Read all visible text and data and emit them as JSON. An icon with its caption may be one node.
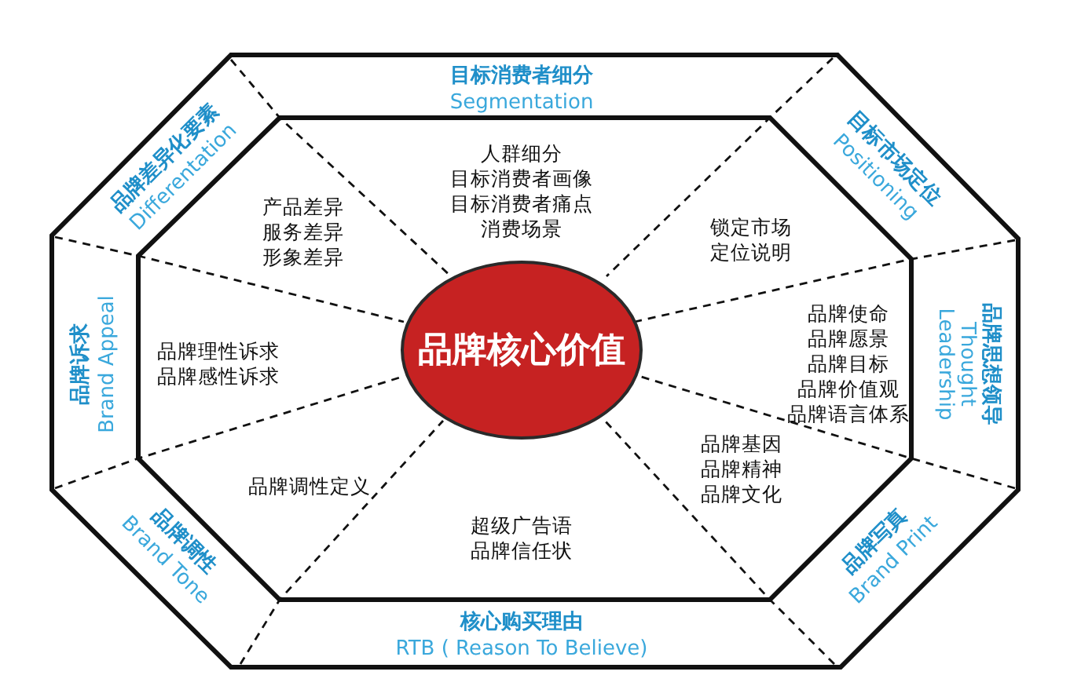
{
  "diagram": {
    "nodes": [
      {
        "text": [
          "目标消费者细分",
          "Segmentation"
        ]
      },
      {
        "text": [
          "目标市场定位",
          "Positioning"
        ]
      },
      {
        "text": [
          "品牌思想领导",
          "Thought Leadership"
        ]
      },
      {
        "text": [
          "品牌写真",
          "Brand Print"
        ]
      },
      {
        "text": [
          "核心购买理由",
          "RTB ( Reason To Believe)"
        ]
      },
      {
        "text": [
          "品牌调性",
          "Brand Tone"
        ]
      },
      {
        "text": [
          "品牌诉求",
          "Brand Appeal"
        ]
      },
      {
        "text": [
          "品牌差异化要素",
          "Differentation"
        ]
      },
      {
        "text": [
          "人群细分",
          "目标消费者画像",
          "目标消费者痛点",
          "消费场景"
        ]
      },
      {
        "text": [
          "锁定市场",
          "定位说明"
        ]
      },
      {
        "text": [
          "品牌使命",
          "品牌愿景",
          "品牌目标",
          "品牌价值观",
          "品牌语言体系"
        ]
      },
      {
        "text": [
          "品牌基因",
          "品牌精神",
          "品牌文化"
        ]
      },
      {
        "text": [
          "超级广告语",
          "品牌信任状"
        ]
      },
      {
        "text": [
          "品牌调性定义"
        ]
      },
      {
        "text": [
          "品牌理性诉求",
          "品牌感性诉求"
        ]
      },
      {
        "text": [
          "产品差异",
          "服务差异",
          "形象差异"
        ]
      },
      {
        "text": [
          "品牌核心价值"
        ]
      }
    ]
  }
}
